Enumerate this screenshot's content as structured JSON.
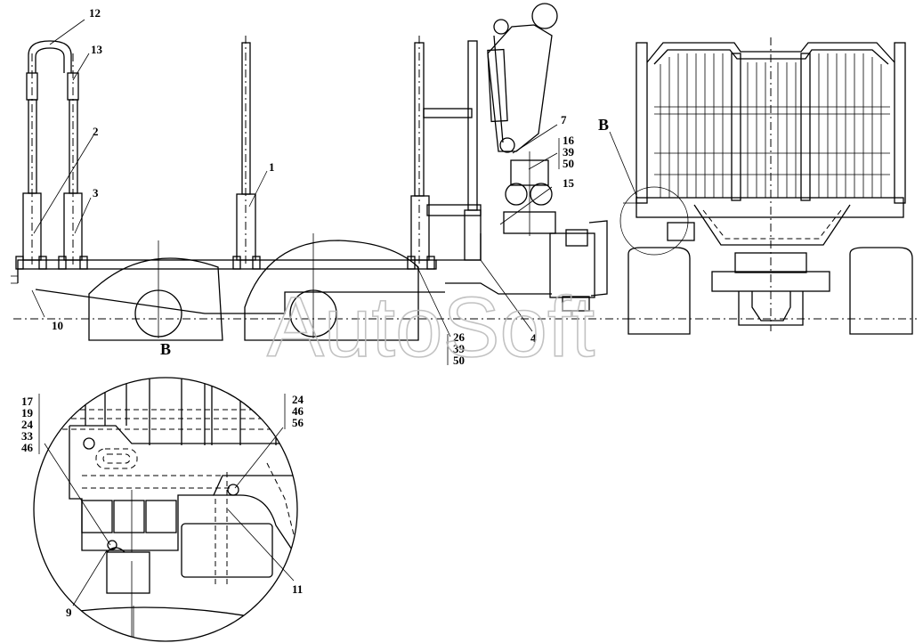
{
  "labels": {
    "n12": "12",
    "n13": "13",
    "n2": "2",
    "n3": "3",
    "n1": "1",
    "n10": "10",
    "n7": "7",
    "n15": "15",
    "n4": "4",
    "group_16_39_50": [
      "16",
      "39",
      "50"
    ],
    "group_26_39_50": [
      "26",
      "39",
      "50"
    ],
    "view_b_top": "B",
    "view_b_bottom": "B",
    "group_17_19_24_33_46": [
      "17",
      "19",
      "24",
      "33",
      "46"
    ],
    "group_24_46_56": [
      "24",
      "46",
      "56"
    ],
    "n9": "9",
    "n11": "11"
  },
  "watermark": "AutoSoft"
}
